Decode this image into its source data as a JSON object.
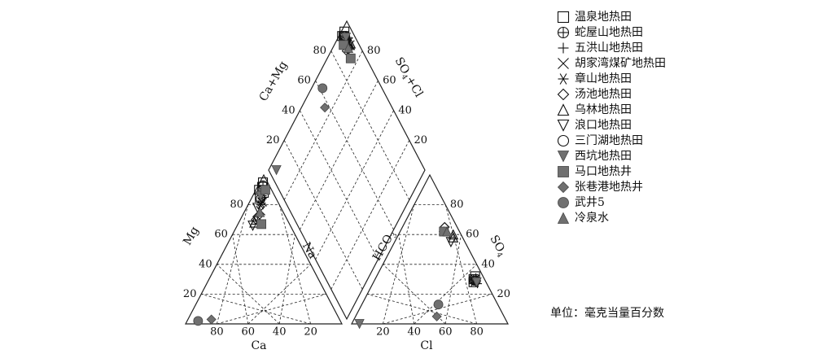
{
  "chart_data": {
    "type": "scatter",
    "subtype": "piper-diagram",
    "axes": {
      "cation_triangle": {
        "left": "Mg",
        "right": "Na",
        "bottom": "Ca"
      },
      "anion_triangle": {
        "left": "HCO3",
        "right": "SO4",
        "bottom": "Cl"
      },
      "diamond": {
        "left": "Ca+Mg",
        "right": "SO4+Cl"
      }
    },
    "axis_labels": {
      "mg": "Mg",
      "na": "Na",
      "ca": "Ca",
      "hco3": "HCO",
      "hco3_sub": "3",
      "so4": "SO",
      "so4_sub": "4",
      "cl": "Cl",
      "camg": "Ca+Mg",
      "so4cl": "SO",
      "so4cl_sub": "4",
      "so4cl_tail": "+Cl"
    },
    "ticks": [
      "20",
      "40",
      "60",
      "80"
    ],
    "grid": true,
    "legend_position": "right",
    "unit_note": "单位：毫克当量百分数",
    "series": [
      {
        "name": "温泉地热田",
        "marker": "square-open",
        "cation": [
          [
            5,
            92,
            3
          ],
          [
            8,
            90,
            2
          ],
          [
            6,
            88,
            6
          ],
          [
            3,
            95,
            2
          ],
          [
            10,
            85,
            5
          ]
        ],
        "anion": [
          [
            7,
            30,
            63
          ],
          [
            5,
            32,
            63
          ],
          [
            8,
            28,
            64
          ]
        ]
      },
      {
        "name": "蛇屋山地热田",
        "marker": "circle-plus",
        "cation": [
          [
            6,
            90,
            4
          ],
          [
            4,
            93,
            3
          ]
        ],
        "anion": [
          [
            6,
            29,
            65
          ],
          [
            7,
            30,
            63
          ]
        ]
      },
      {
        "name": "五洪山地热田",
        "marker": "plus",
        "cation": [
          [
            8,
            86,
            6
          ],
          [
            9,
            84,
            7
          ],
          [
            5,
            90,
            5
          ]
        ],
        "anion": [
          [
            5,
            31,
            64
          ],
          [
            6,
            27,
            67
          ]
        ]
      },
      {
        "name": "胡家湾煤矿地热田",
        "marker": "x",
        "cation": [
          [
            14,
            76,
            10
          ],
          [
            10,
            82,
            8
          ]
        ],
        "anion": [
          [
            6,
            30,
            64
          ]
        ]
      },
      {
        "name": "章山地热田",
        "marker": "asterisk",
        "cation": [
          [
            12,
            80,
            8
          ],
          [
            11,
            81,
            8
          ]
        ],
        "anion": [
          [
            8,
            28,
            64
          ]
        ]
      },
      {
        "name": "汤池地热田",
        "marker": "diamond-open",
        "cation": [
          [
            20,
            70,
            10
          ],
          [
            18,
            72,
            10
          ]
        ],
        "anion": [
          [
            10,
            62,
            28
          ],
          [
            8,
            65,
            27
          ]
        ]
      },
      {
        "name": "乌林地热田",
        "marker": "triangle-open",
        "cation": [
          [
            22,
            68,
            10
          ],
          [
            20,
            70,
            10
          ]
        ],
        "anion": [
          [
            6,
            58,
            36
          ],
          [
            5,
            60,
            35
          ]
        ]
      },
      {
        "name": "浪口地热田",
        "marker": "triangle-down-open",
        "cation": [
          [
            24,
            66,
            10
          ],
          [
            15,
            78,
            7
          ]
        ],
        "anion": [
          [
            9,
            55,
            36
          ]
        ]
      },
      {
        "name": "三门湖地热田",
        "marker": "circle-open",
        "cation": [
          [
            10,
            84,
            6
          ]
        ],
        "anion": [
          [
            7,
            29,
            64
          ]
        ]
      },
      {
        "name": "西坑地热田",
        "marker": "triangle-down-filled",
        "cation": [
          [
            7,
            88,
            5
          ],
          [
            9,
            86,
            5
          ]
        ],
        "anion": [
          [
            6,
            28,
            66
          ],
          [
            95,
            0,
            5
          ]
        ]
      },
      {
        "name": "马口地热井",
        "marker": "square-filled",
        "cation": [
          [
            18,
            67,
            15
          ],
          [
            4,
            90,
            6
          ]
        ],
        "anion": [
          [
            10,
            62,
            28
          ]
        ]
      },
      {
        "name": "张巷港地热井",
        "marker": "diamond-filled",
        "cation": [
          [
            82,
            3,
            15
          ]
        ],
        "anion": [
          [
            43,
            5,
            52
          ]
        ]
      },
      {
        "name": "武井5",
        "marker": "circle-filled",
        "cation": [
          [
            91,
            2,
            7
          ]
        ],
        "anion": [
          [
            38,
            13,
            49
          ]
        ]
      },
      {
        "name": "冷泉水",
        "marker": "triangle-filled",
        "cation": [
          [
            15,
            75,
            10
          ]
        ],
        "anion": [
          [
            8,
            62,
            30
          ]
        ]
      }
    ]
  }
}
